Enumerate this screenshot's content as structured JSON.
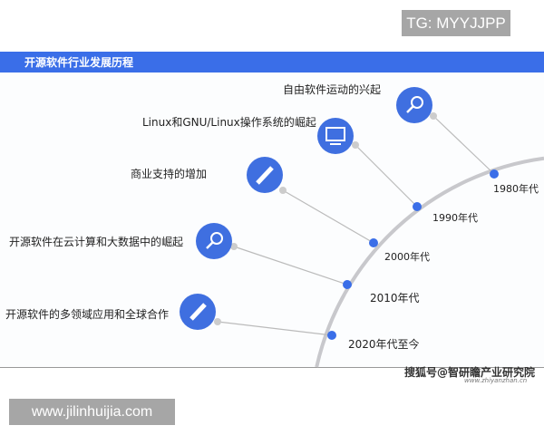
{
  "watermark_top": "TG: MYYJJPP",
  "header": {
    "title": "开源软件行业发展历程"
  },
  "milestones": [
    {
      "year": "1980年代",
      "event": "自由软件运动的兴起",
      "icon": "search-icon"
    },
    {
      "year": "1990年代",
      "event": "Linux和GNU/Linux操作系统的崛起",
      "icon": "monitor-icon"
    },
    {
      "year": "2000年代",
      "event": "商业支持的增加",
      "icon": "pencil-icon"
    },
    {
      "year": "2010年代",
      "event": "开源软件在云计算和大数据中的崛起",
      "icon": "search-icon"
    },
    {
      "year": "2020年代至今",
      "event": "开源软件的多领域应用和全球合作",
      "icon": "pencil-icon"
    }
  ],
  "source": {
    "label": "搜狐号@智研瞻产业研究院",
    "url_text": "www.zhiyanzhan.cn"
  },
  "watermark_bottom": "www.jilinhuijia.com",
  "colors": {
    "accent": "#3a6ee8",
    "icon_fill": "#3f6fe0",
    "line": "#c8c8c8"
  }
}
